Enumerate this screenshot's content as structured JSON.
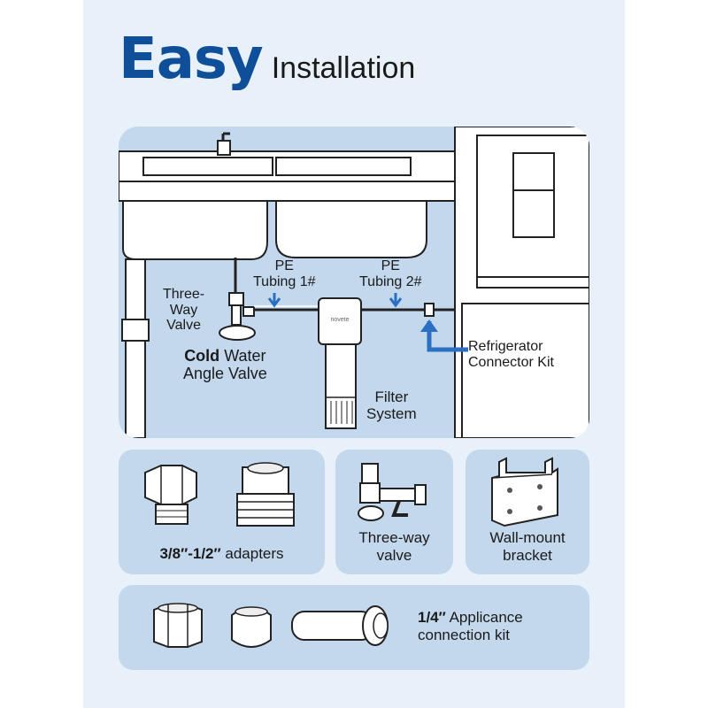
{
  "title": {
    "bold": "Easy",
    "rest": "Installation"
  },
  "diagram": {
    "three_way_valve": "Three-\nWay\nValve",
    "tubing1": "PE\nTubing 1#",
    "tubing2": "PE\nTubing 2#",
    "cold_valve_bold": "Cold",
    "cold_valve_rest": " Water\nAngle Valve",
    "filter": "Filter\nSystem",
    "fridge_kit": "Refrigerator\nConnector Kit",
    "filter_brand": "novete"
  },
  "parts": {
    "adapters_bold": "3/8″-1/2″",
    "adapters_rest": " adapters",
    "valve": "Three-way\nvalve",
    "bracket": "Wall-mount\nbracket",
    "kit_bold": "1/4″",
    "kit_rest": " Applicance\nconnection kit"
  },
  "colors": {
    "brand_blue": "#0f4e99",
    "panel_bg": "#e8f1fa",
    "card_bg": "#c3d8ed",
    "arrow_blue": "#2a6fc2"
  }
}
